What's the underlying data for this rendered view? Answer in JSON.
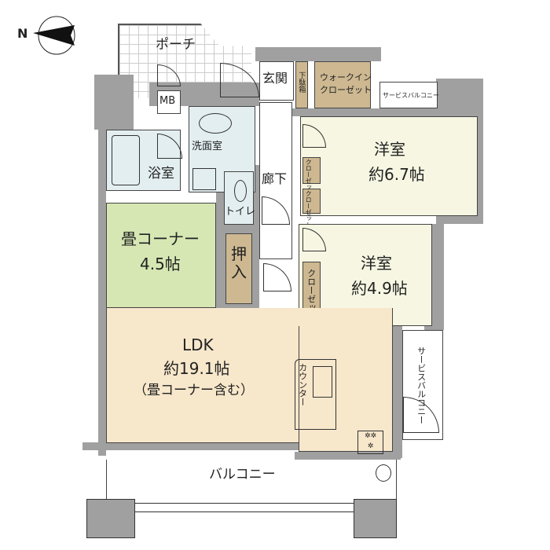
{
  "compass": {
    "label": "N",
    "icon": "north-arrow-icon"
  },
  "rooms": {
    "porch": "ポーチ",
    "mb": "MB",
    "entrance": "玄関",
    "shoe_box": "下駄箱",
    "walk_in_closet": [
      "ウォークイン",
      "クローゼット"
    ],
    "service_balcony_top": "サービスバルコニー",
    "washroom": "洗面室",
    "bathroom": "浴室",
    "toilet": "トイレ",
    "hallway": "廊下",
    "western_room_1": {
      "name": "洋室",
      "size": "約6.7帖"
    },
    "closet_a": "クローゼット",
    "closet_b": "クローゼット",
    "closet_c": "クローゼット",
    "tatami_corner": {
      "name": "畳コーナー",
      "size": "4.5帖"
    },
    "oshiire": "押入",
    "western_room_2": {
      "name": "洋室",
      "size": "約4.9帖"
    },
    "ldk": {
      "name": "LDK",
      "size": "約19.1帖",
      "note": "（畳コーナー含む）"
    },
    "counter": "カウンター",
    "service_balcony_right": "サービスバルコニー",
    "balcony": "バルコニー"
  },
  "colors": {
    "wall": "#a0a0a0",
    "tatami": "#d6e7b3",
    "storage": "#cdb891",
    "western": "#f6f6e2",
    "ldk": "#f7e7cb",
    "wet": "#e3eef0"
  }
}
